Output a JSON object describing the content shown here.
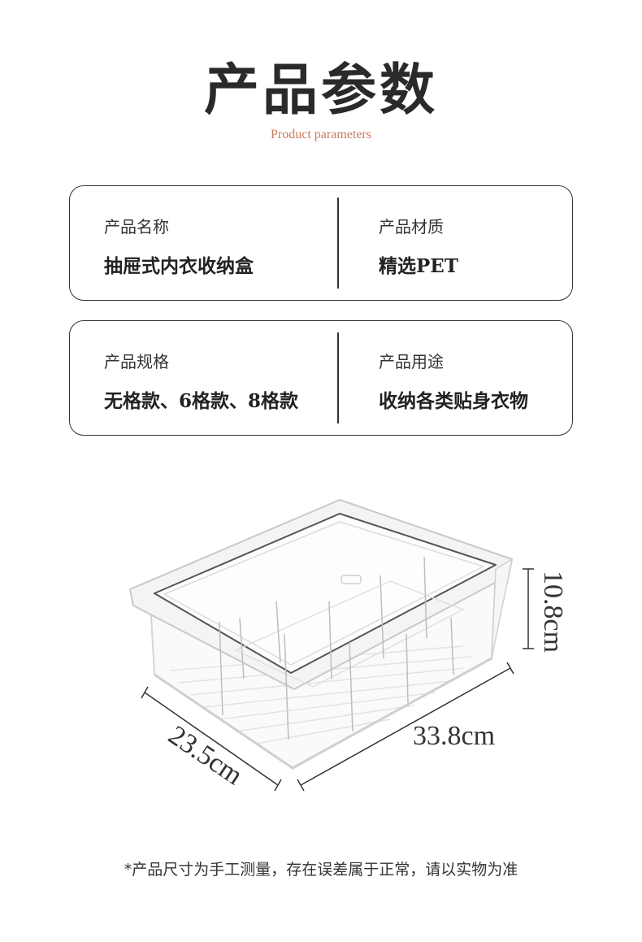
{
  "header": {
    "title": "产品参数",
    "subtitle": "Product parameters"
  },
  "params": [
    {
      "left": {
        "label": "产品名称",
        "value": "抽屉式内衣收纳盒"
      },
      "right": {
        "label": "产品材质",
        "value": "精选PET"
      }
    },
    {
      "left": {
        "label": "产品规格",
        "value": "无格款、6格款、8格款"
      },
      "right": {
        "label": "产品用途",
        "value": "收纳各类贴身衣物"
      }
    }
  ],
  "dimensions": {
    "height": "10.8cm",
    "length": "33.8cm",
    "width": "23.5cm"
  },
  "footnote": "*产品尺寸为手工测量，存在误差属于正常，请以实物为准"
}
